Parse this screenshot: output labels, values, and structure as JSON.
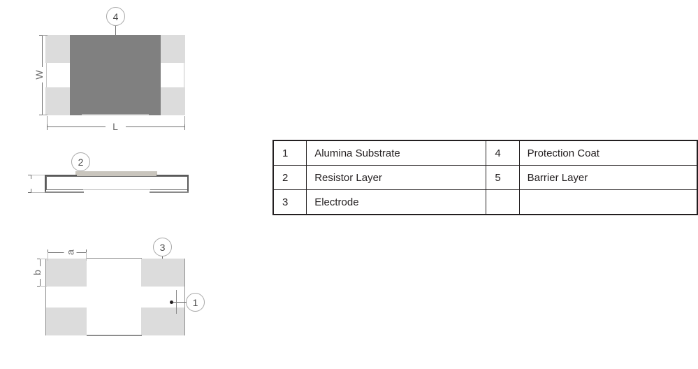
{
  "figure": {
    "title": "Chip resistor construction drawing",
    "colors": {
      "protection_coat": "#808080",
      "electrode_pad": "#dcdcdc",
      "resistor_layer": "#c9c5bd",
      "outline": "#6f6f6f",
      "callout_border": "#a8a8a8",
      "text": "#231f20",
      "dimension_text": "#6b6b6b"
    }
  },
  "views": {
    "top": {
      "name": "top-view",
      "callout": "4",
      "dimensions": {
        "width_label": "W",
        "length_label": "L"
      }
    },
    "side": {
      "name": "side-section-view",
      "callout": "2",
      "dimensions": {
        "thickness_label": ""
      }
    },
    "bottom": {
      "name": "bottom-view",
      "callouts": [
        "3",
        "1"
      ],
      "dimensions": {
        "pad_length_label": "a",
        "pad_width_label": "b"
      }
    }
  },
  "legend": {
    "name": "component-layer-legend",
    "rows": [
      {
        "num_left": "1",
        "label_left": "Alumina Substrate",
        "num_right": "4",
        "label_right": "Protection Coat"
      },
      {
        "num_left": "2",
        "label_left": "Resistor Layer",
        "num_right": "5",
        "label_right": "Barrier Layer"
      },
      {
        "num_left": "3",
        "label_left": "Electrode",
        "num_right": "",
        "label_right": ""
      }
    ]
  }
}
